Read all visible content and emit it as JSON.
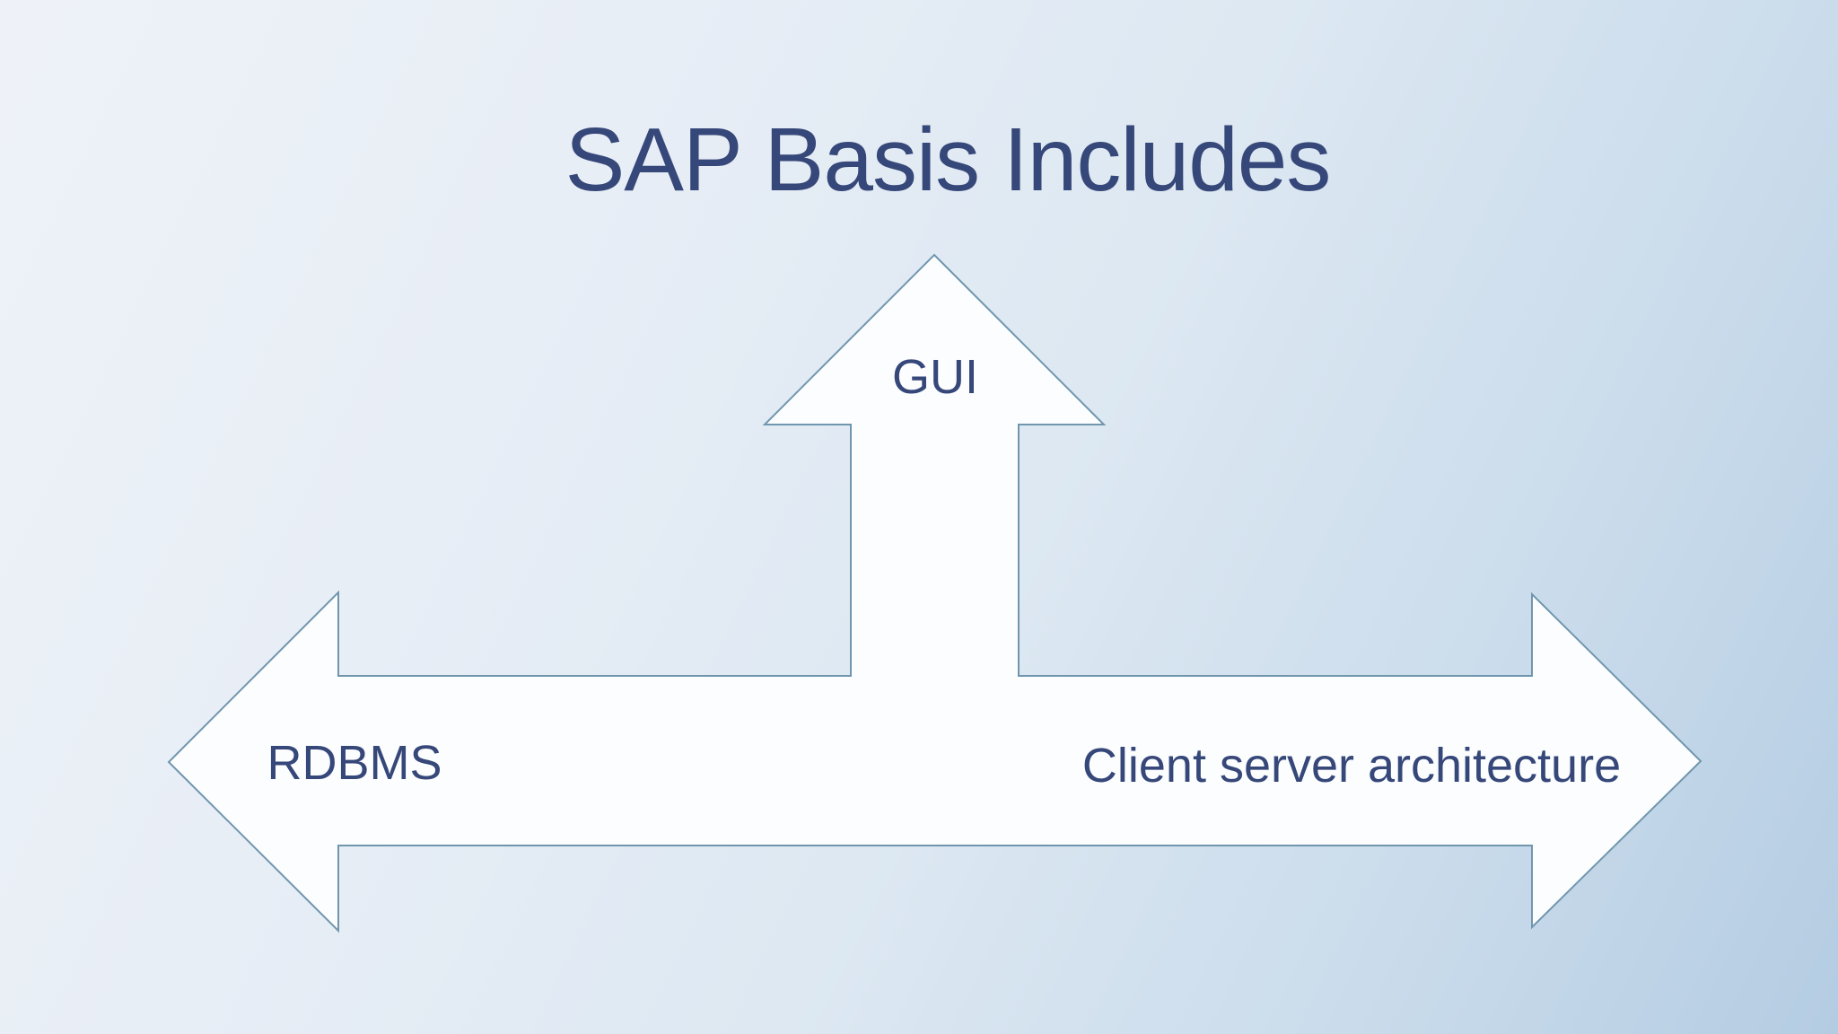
{
  "diagram": {
    "title": "SAP Basis Includes",
    "arrows": [
      {
        "direction": "up",
        "label": "GUI"
      },
      {
        "direction": "left",
        "label": "RDBMS"
      },
      {
        "direction": "right",
        "label": "Client server architecture"
      }
    ]
  },
  "colors": {
    "title-color": "#364779",
    "label-color": "#364779",
    "shape-fill": "#fcfdfe",
    "shape-stroke": "#7096ae",
    "bg-start": "#eef2f8",
    "bg-light": "#e8eef6",
    "bg-mid": "#dde8f2",
    "bg-deep": "#c9dbeb",
    "bg-end": "#b4cce2"
  }
}
